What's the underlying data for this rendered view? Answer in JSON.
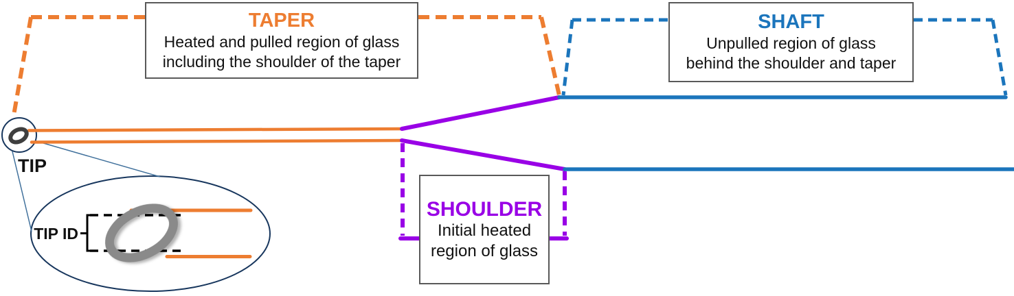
{
  "diagram": {
    "tip_label": "TIP",
    "tip_id_label": "TIP ID",
    "taper": {
      "title": "TAPER",
      "line1": "Heated and pulled region of glass",
      "line2": "including the shoulder of the taper"
    },
    "shaft": {
      "title": "SHAFT",
      "line1": "Unpulled region of glass",
      "line2": "behind the shoulder and taper"
    },
    "shoulder": {
      "title": "SHOULDER",
      "line1": "Initial heated",
      "line2": "region of glass"
    }
  },
  "colors": {
    "taper_orange": "#ED7D31",
    "shaft_blue": "#1B75BC",
    "shoulder_purple": "#9900E6",
    "tip_ring_dark_gray": "#3F3F3F",
    "magnified_ring_gray": "#8A8A8A",
    "outline_navy": "#17365D",
    "connector_steel_blue": "#41719C",
    "box_border_gray": "#595959",
    "dashed_black": "#000000",
    "text_black": "#111111",
    "background": "#FFFFFF"
  }
}
